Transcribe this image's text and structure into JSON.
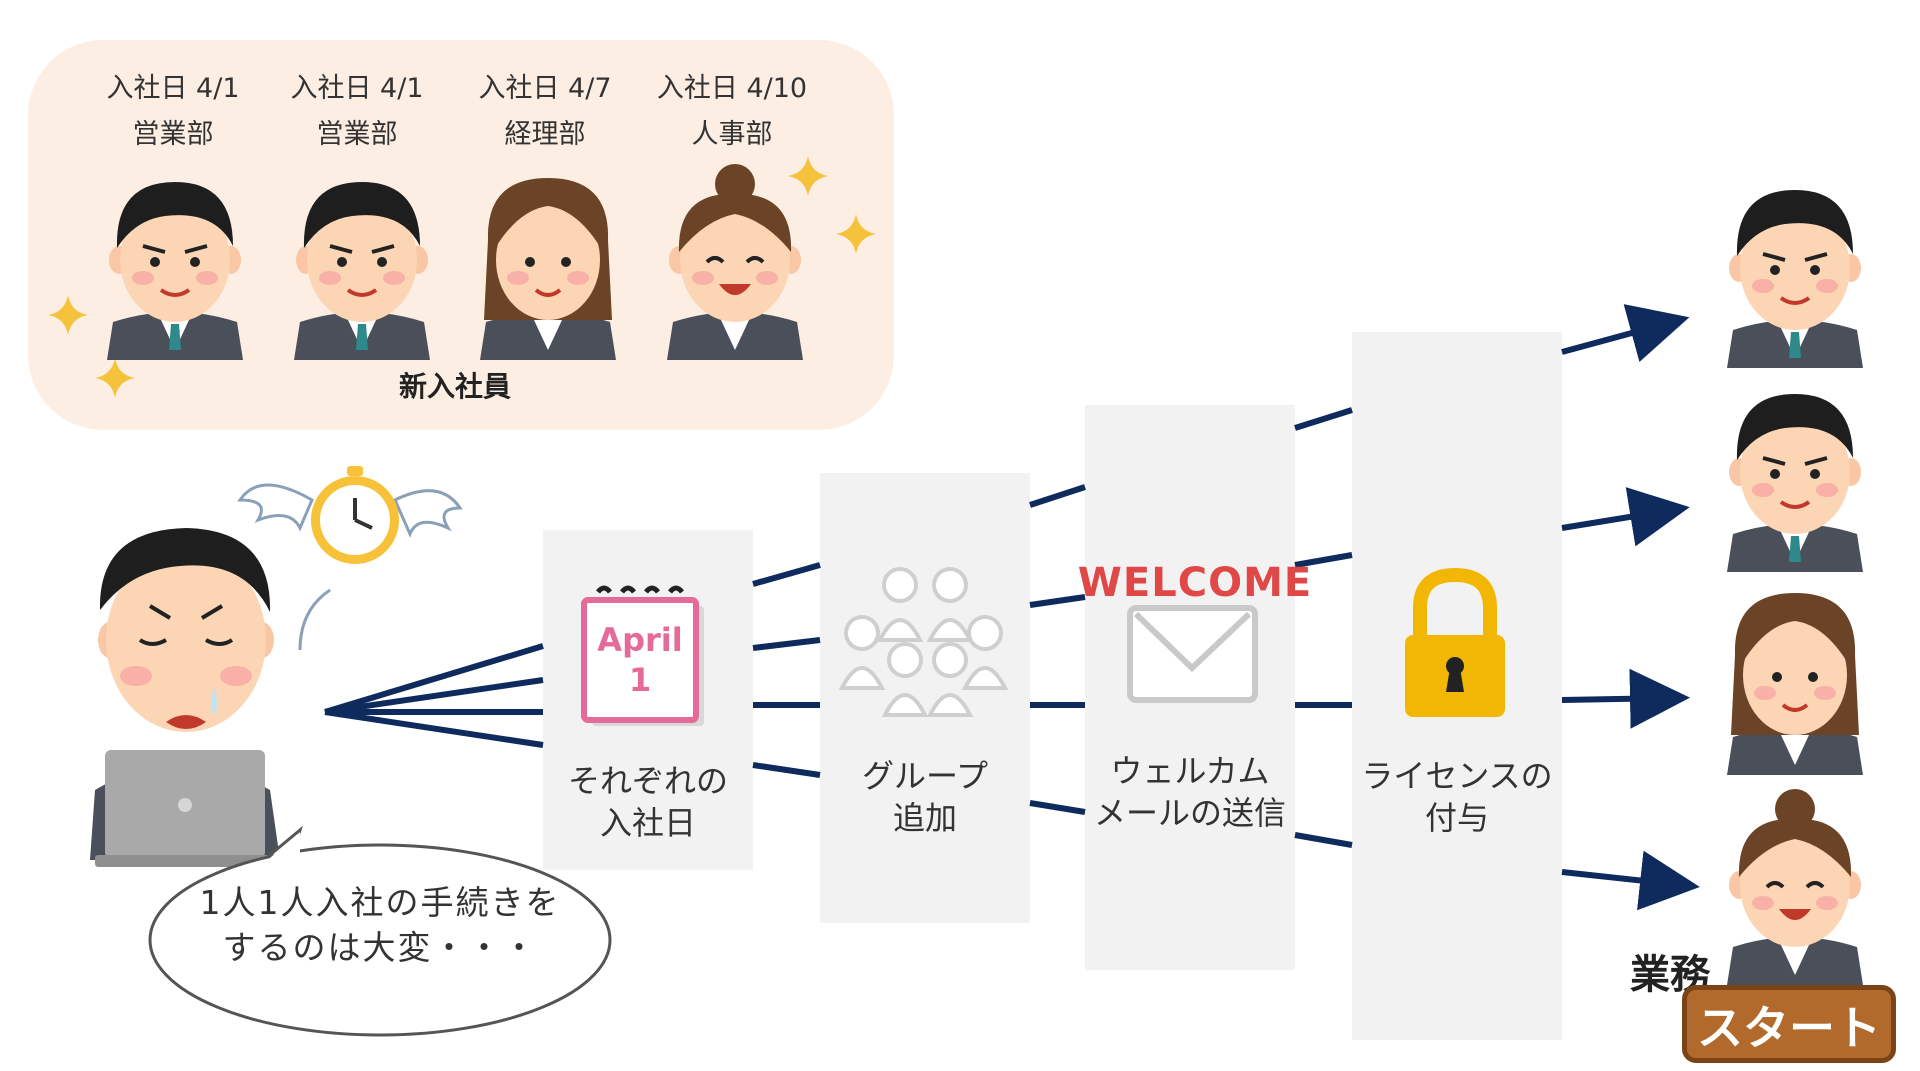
{
  "new_employees": {
    "title": "新入社員",
    "people": [
      {
        "start": "入社日 4/1",
        "dept": "営業部",
        "icon": "man-smirk-icon"
      },
      {
        "start": "入社日 4/1",
        "dept": "営業部",
        "icon": "man-smile-icon"
      },
      {
        "start": "入社日 4/7",
        "dept": "経理部",
        "icon": "woman-long-hair-icon"
      },
      {
        "start": "入社日 4/10",
        "dept": "人事部",
        "icon": "woman-bun-icon"
      }
    ]
  },
  "admin": {
    "icon": "worried-admin-with-laptop-icon",
    "speech": [
      "1人1人入社の手続きを",
      "するのは大変・・・"
    ]
  },
  "steps": [
    {
      "label": [
        "それぞれの",
        "入社日"
      ],
      "icon": "calendar-icon",
      "calendar_text": [
        "April",
        "1"
      ]
    },
    {
      "label": [
        "グループ",
        "追加"
      ],
      "icon": "group-icon"
    },
    {
      "label": [
        "ウェルカム",
        "メールの送信"
      ],
      "icon": "envelope-icon",
      "badge_text": "WELCOME"
    },
    {
      "label": [
        "ライセンスの",
        "付与"
      ],
      "icon": "padlock-icon"
    }
  ],
  "outcome": {
    "label": "業務",
    "badge": "スタート"
  },
  "colors": {
    "panel_bg": "#fdeee3",
    "step_bg": "#f2f2f2",
    "line": "#0f2a5c",
    "badge_brown": "#b26a2c"
  }
}
